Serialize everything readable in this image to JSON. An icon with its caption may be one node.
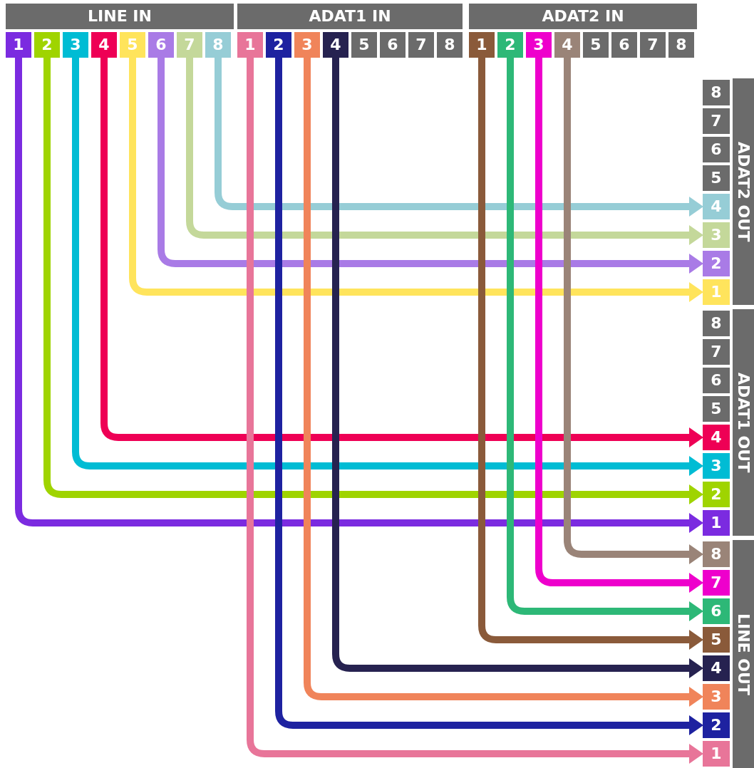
{
  "diagram": {
    "nodes": [
      {
        "text": [
          "LINE IN"
        ]
      },
      {
        "text": [
          "1"
        ]
      },
      {
        "text": [
          "2"
        ]
      },
      {
        "text": [
          "3"
        ]
      },
      {
        "text": [
          "4"
        ]
      },
      {
        "text": [
          "5"
        ]
      },
      {
        "text": [
          "6"
        ]
      },
      {
        "text": [
          "7"
        ]
      },
      {
        "text": [
          "8"
        ]
      },
      {
        "text": [
          "ADAT1 IN"
        ]
      },
      {
        "text": [
          "1"
        ]
      },
      {
        "text": [
          "2"
        ]
      },
      {
        "text": [
          "3"
        ]
      },
      {
        "text": [
          "4"
        ]
      },
      {
        "text": [
          "5"
        ]
      },
      {
        "text": [
          "6"
        ]
      },
      {
        "text": [
          "7"
        ]
      },
      {
        "text": [
          "8"
        ]
      },
      {
        "text": [
          "ADAT2 IN"
        ]
      },
      {
        "text": [
          "1"
        ]
      },
      {
        "text": [
          "2"
        ]
      },
      {
        "text": [
          "3"
        ]
      },
      {
        "text": [
          "4"
        ]
      },
      {
        "text": [
          "5"
        ]
      },
      {
        "text": [
          "6"
        ]
      },
      {
        "text": [
          "7"
        ]
      },
      {
        "text": [
          "8"
        ]
      },
      {
        "text": [
          "ADAT2 OUT"
        ]
      },
      {
        "text": [
          "8"
        ]
      },
      {
        "text": [
          "7"
        ]
      },
      {
        "text": [
          "6"
        ]
      },
      {
        "text": [
          "5"
        ]
      },
      {
        "text": [
          "4"
        ]
      },
      {
        "text": [
          "3"
        ]
      },
      {
        "text": [
          "2"
        ]
      },
      {
        "text": [
          "1"
        ]
      },
      {
        "text": [
          "ADAT1 OUT"
        ]
      },
      {
        "text": [
          "8"
        ]
      },
      {
        "text": [
          "7"
        ]
      },
      {
        "text": [
          "6"
        ]
      },
      {
        "text": [
          "5"
        ]
      },
      {
        "text": [
          "4"
        ]
      },
      {
        "text": [
          "3"
        ]
      },
      {
        "text": [
          "2"
        ]
      },
      {
        "text": [
          "1"
        ]
      },
      {
        "text": [
          "LINE OUT"
        ]
      },
      {
        "text": [
          "8"
        ]
      },
      {
        "text": [
          "7"
        ]
      },
      {
        "text": [
          "6"
        ]
      },
      {
        "text": [
          "5"
        ]
      },
      {
        "text": [
          "4"
        ]
      },
      {
        "text": [
          "3"
        ]
      },
      {
        "text": [
          "2"
        ]
      },
      {
        "text": [
          "1"
        ]
      }
    ],
    "edges": [
      {
        "from": 1,
        "to": 44,
        "arrow": "to",
        "color": "#7b2be0"
      },
      {
        "from": 2,
        "to": 43,
        "arrow": "to",
        "color": "#9fd400"
      },
      {
        "from": 3,
        "to": 42,
        "arrow": "to",
        "color": "#00bcd4"
      },
      {
        "from": 4,
        "to": 41,
        "arrow": "to",
        "color": "#ee0055"
      },
      {
        "from": 5,
        "to": 35,
        "arrow": "to",
        "color": "#ffe45c"
      },
      {
        "from": 6,
        "to": 34,
        "arrow": "to",
        "color": "#a97be6"
      },
      {
        "from": 7,
        "to": 33,
        "arrow": "to",
        "color": "#c4d89a"
      },
      {
        "from": 8,
        "to": 32,
        "arrow": "to",
        "color": "#96cdd6"
      },
      {
        "from": 10,
        "to": 53,
        "arrow": "to",
        "color": "#e87599"
      },
      {
        "from": 11,
        "to": 52,
        "arrow": "to",
        "color": "#1e22a0"
      },
      {
        "from": 12,
        "to": 51,
        "arrow": "to",
        "color": "#f0845a"
      },
      {
        "from": 13,
        "to": 50,
        "arrow": "to",
        "color": "#262250"
      },
      {
        "from": 19,
        "to": 49,
        "arrow": "to",
        "color": "#8a5a3a"
      },
      {
        "from": 20,
        "to": 48,
        "arrow": "to",
        "color": "#2db877"
      },
      {
        "from": 21,
        "to": 47,
        "arrow": "to",
        "color": "#ee00cc"
      },
      {
        "from": 22,
        "to": 46,
        "arrow": "to",
        "color": "#9a8478"
      }
    ]
  }
}
